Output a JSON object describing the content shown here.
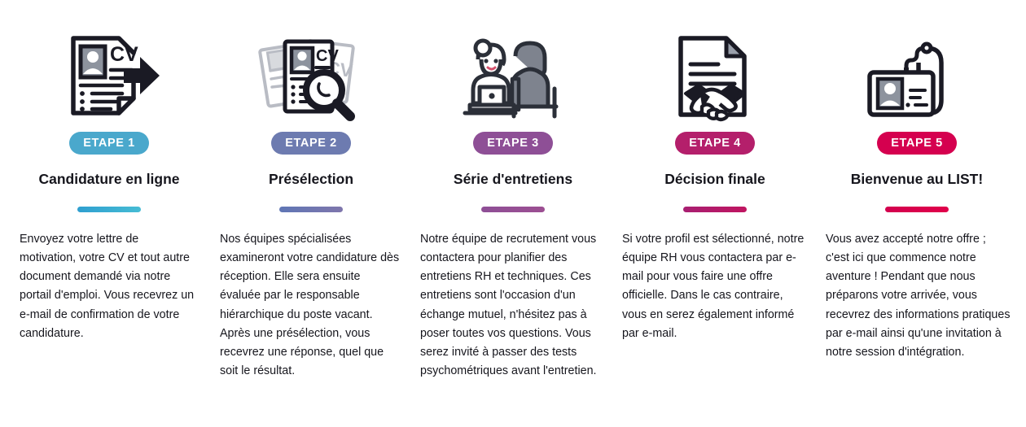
{
  "colors": {
    "ink": "#16161d",
    "grey": "#808693",
    "step1": "#4aa8cc",
    "step2": "#6d7bb0",
    "step3": "#8e4f96",
    "step4": "#b41f6b",
    "step5": "#d5004f",
    "divider1_from": "#2f9fd0",
    "divider1_to": "#46bcd4",
    "divider2_from": "#5f76b5",
    "divider2_to": "#7f76ac",
    "divider3_from": "#8e4f96",
    "divider3_to": "#9c4f92",
    "divider4_from": "#a81f72",
    "divider4_to": "#c01560",
    "divider5_from": "#d3004e",
    "divider5_to": "#e0004a"
  },
  "steps": [
    {
      "icon": "cv-document-arrow-icon",
      "badge": "ETAPE 1",
      "heading": "Candidature en ligne",
      "body": "Envoyez votre lettre de motivation, votre CV et tout autre document demandé via notre portail d'emploi. Vous recevrez un e-mail de confirmation de votre candidature."
    },
    {
      "icon": "cv-stack-magnifier-icon",
      "badge": "ETAPE 2",
      "heading": "Présélection",
      "body": "Nos équipes spécialisées examineront votre candidature dès réception. Elle sera ensuite évaluée par le responsable hiérarchique du poste vacant.\nAprès une présélection, vous recevrez une réponse, quel que soit le résultat."
    },
    {
      "icon": "interview-people-laptop-icon",
      "badge": "ETAPE 3",
      "heading": "Série d'entretiens",
      "body": "Notre équipe de recrutement vous contactera pour planifier des entretiens RH et techniques. Ces entretiens sont l'occasion d'un échange mutuel, n'hésitez pas à poser toutes vos questions. Vous serez invité à passer des tests psychométriques avant l'entretien."
    },
    {
      "icon": "document-handshake-icon",
      "badge": "ETAPE 4",
      "heading": "Décision finale",
      "body": "Si votre profil est sélectionné, notre équipe RH vous contactera par e-mail pour vous faire une offre officielle. Dans le cas contraire, vous en serez également informé par e-mail."
    },
    {
      "icon": "id-badge-lanyard-icon",
      "badge": "ETAPE 5",
      "heading": "Bienvenue au LIST!",
      "body": "Vous avez accepté notre offre ; c'est ici que commence notre aventure ! Pendant que nous préparons votre arrivée, vous recevrez des informations pratiques par e-mail ainsi qu'une invitation à notre session d'intégration."
    }
  ]
}
